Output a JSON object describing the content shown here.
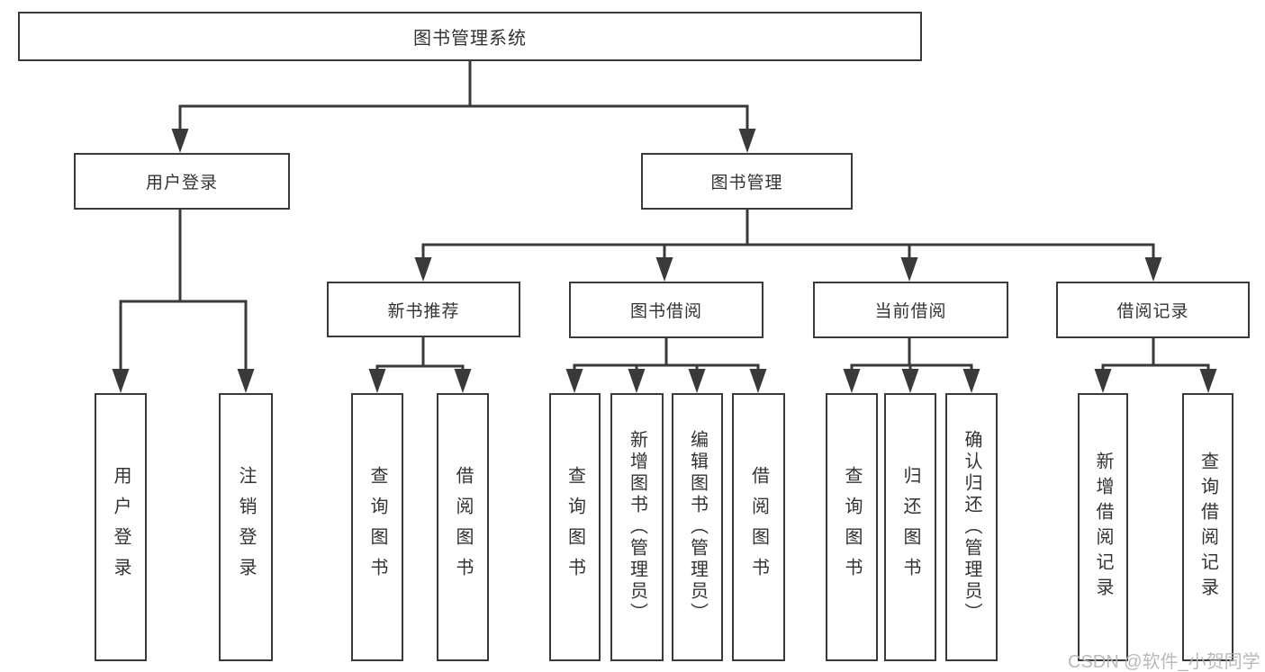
{
  "diagram": {
    "root": {
      "label": "图书管理系统"
    },
    "level1": {
      "user_login": "用户登录",
      "book_management": "图书管理"
    },
    "level2": {
      "new_book_recommend": "新书推荐",
      "book_borrow": "图书借阅",
      "current_borrow": "当前借阅",
      "borrow_records": "借阅记录"
    },
    "leaves": {
      "user_login": "用户登录",
      "logout": "注销登录",
      "recommend_query": "查询图书",
      "recommend_borrow": "借阅图书",
      "borrow_query": "查询图书",
      "borrow_add": "新增图书（管理员）",
      "borrow_edit": "编辑图书（管理员）",
      "borrow_do": "借阅图书",
      "current_query": "查询图书",
      "current_return": "归还图书",
      "current_confirm": "确认归还（管理员）",
      "records_add": "新增借阅记录",
      "records_query": "查询借阅记录"
    }
  },
  "watermark": {
    "text": "CSDN @软件_小贺同学"
  },
  "colors": {
    "line": "#3a3a3a",
    "text": "#333333",
    "watermark": "#b3b3b3",
    "background": "#ffffff"
  }
}
